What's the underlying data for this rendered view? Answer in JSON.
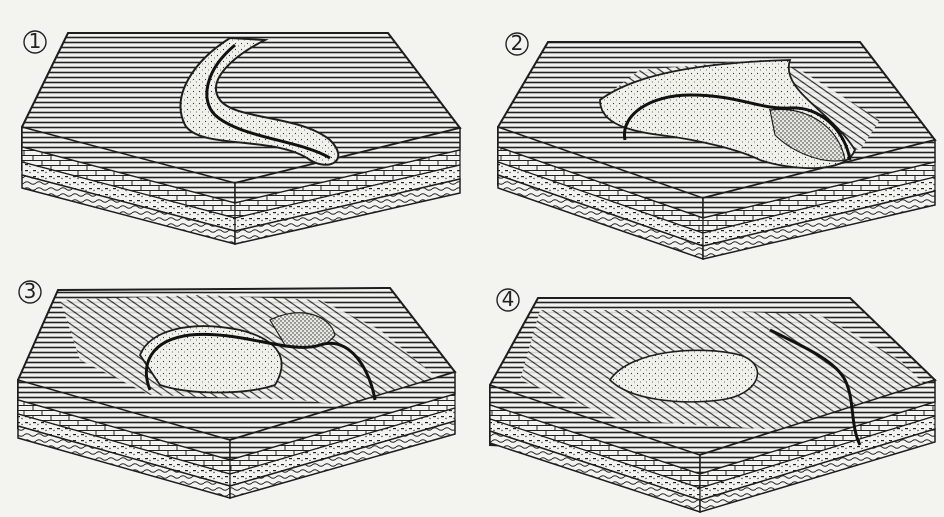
{
  "figure": {
    "panels": [
      {
        "label": "①",
        "stage": 1
      },
      {
        "label": "②",
        "stage": 2
      },
      {
        "label": "③",
        "stage": 3
      },
      {
        "label": "④",
        "stage": 4
      }
    ],
    "colors": {
      "paper": "#f3f3ef",
      "ink": "#1e1e1e",
      "dots": "#555555"
    },
    "layer_pattern_names": [
      "horizontal-hatch-top",
      "brick-limestone-layer",
      "dotted-sandstone-layer",
      "wavy-shale-layer"
    ]
  }
}
